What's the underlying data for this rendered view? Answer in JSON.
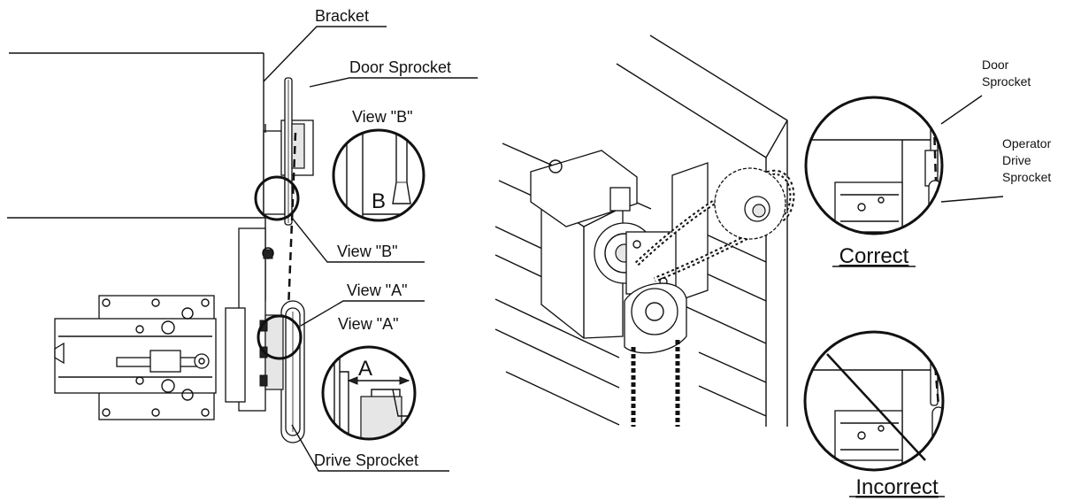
{
  "labels": {
    "bracket": "Bracket",
    "door_sprocket": "Door Sprocket",
    "view_b_title": "View \"B\"",
    "view_b_letter": "B",
    "view_b_pointer": "View \"B\"",
    "view_a_pointer": "View \"A\"",
    "view_a_title": "View \"A\"",
    "view_a_letter": "A",
    "drive_sprocket": "Drive Sprocket"
  },
  "right_panel": {
    "door_label_1": "Door",
    "door_label_2": "Sprocket",
    "operator_label_1": "Operator",
    "operator_label_2": "Drive",
    "operator_label_3": "Sprocket",
    "correct": "Correct",
    "incorrect": "Incorrect"
  },
  "colors": {
    "line": "#111111",
    "background": "#ffffff",
    "shade": "#e6e6e6"
  }
}
